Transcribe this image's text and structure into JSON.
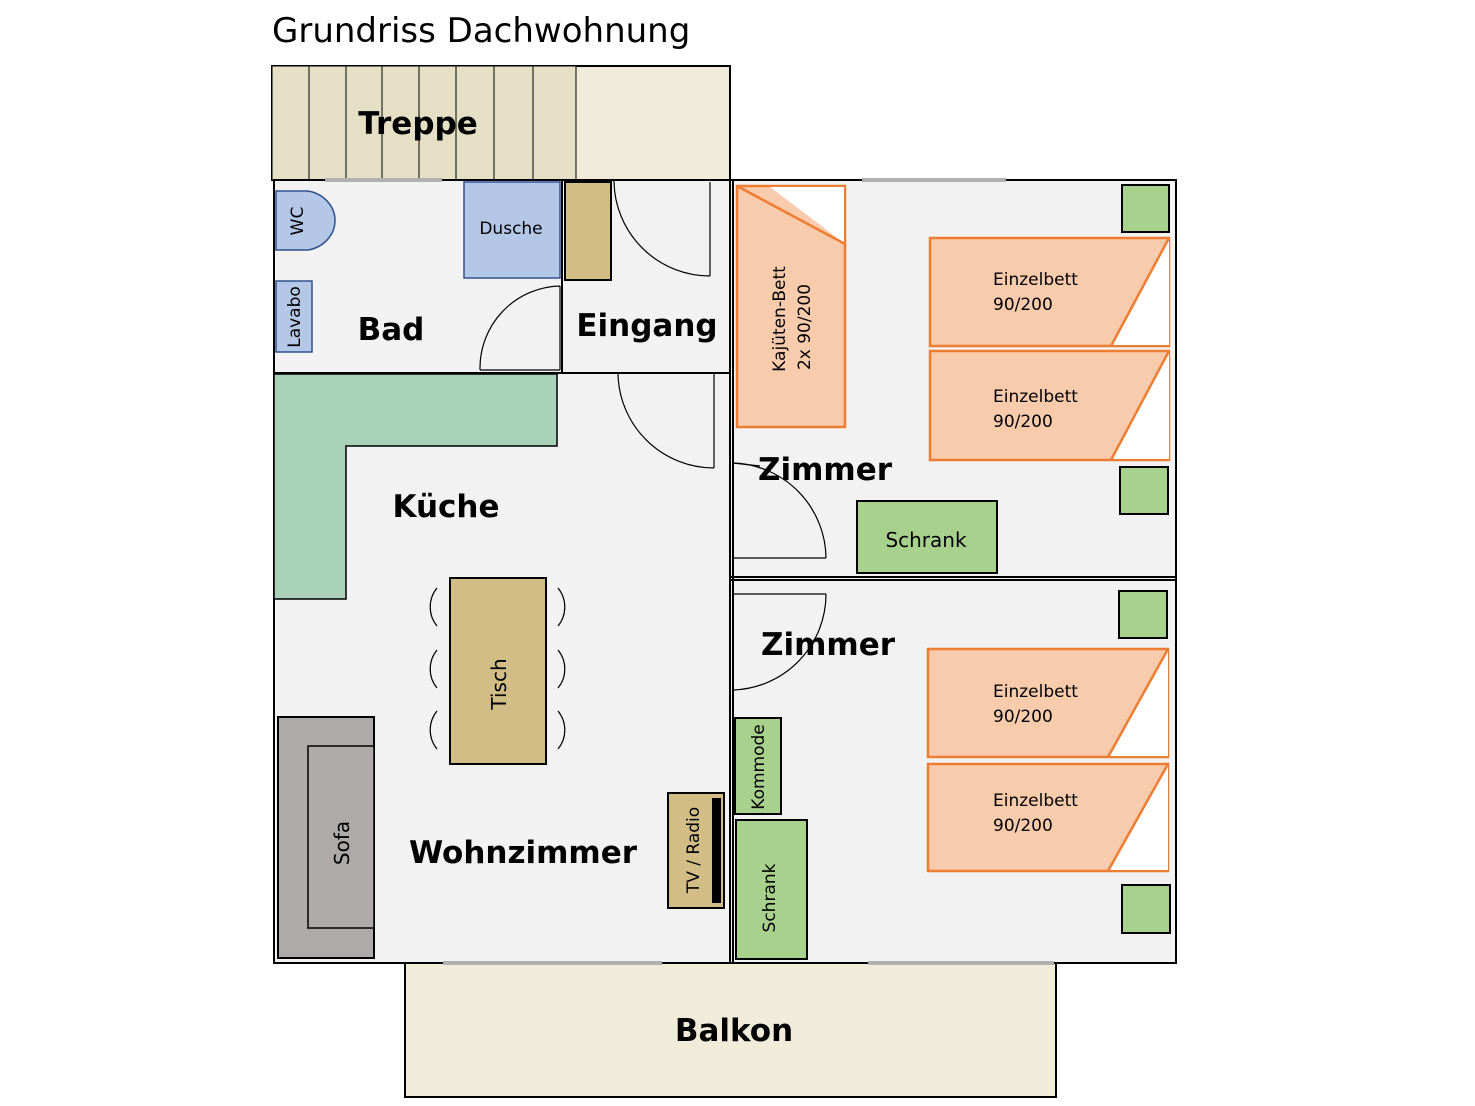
{
  "title": "Grundriss Dachwohnung",
  "rooms": {
    "treppe": "Treppe",
    "bad": "Bad",
    "eingang": "Eingang",
    "kueche": "Küche",
    "wohnzimmer": "Wohnzimmer",
    "zimmer1": "Zimmer",
    "zimmer2": "Zimmer",
    "balkon": "Balkon"
  },
  "furniture": {
    "wc": "WC",
    "dusche": "Dusche",
    "lavabo": "Lavabo",
    "kajueten_line1": "Kajüten-Bett",
    "kajueten_line2": "2x  90/200",
    "tisch": "Tisch",
    "sofa": "Sofa",
    "tv_radio": "TV / Radio",
    "kommode": "Kommode",
    "schrank1": "Schrank",
    "schrank2": "Schrank",
    "bed1_line1": "Einzelbett",
    "bed1_line2": "90/200",
    "bed2_line1": "Einzelbett",
    "bed2_line2": "90/200",
    "bed3_line1": "Einzelbett",
    "bed3_line2": "90/200",
    "bed4_line1": "Einzelbett",
    "bed4_line2": "90/200"
  },
  "colors": {
    "floor": "#f2f2f2",
    "stairs": "#e5dfc6",
    "balcony": "#f1ebda",
    "sanitary": "#b4c7e7",
    "kitchen": "#a9d0b8",
    "wood": "#d1bd85",
    "bed": "#f8cbad",
    "bed_border": "#ed7d31",
    "cabinet": "#a9d18e",
    "sofa": "#aeaaaa"
  }
}
